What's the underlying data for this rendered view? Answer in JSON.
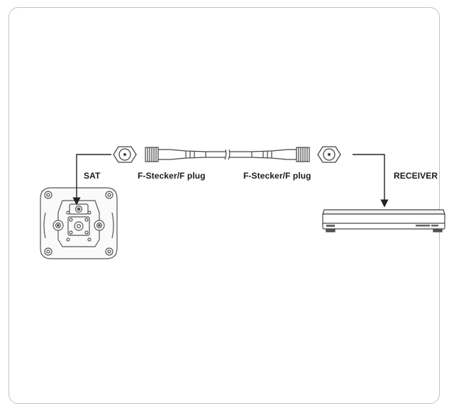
{
  "labels": {
    "sat": "SAT",
    "f_plug_left": "F-Stecker/F plug",
    "f_plug_right": "F-Stecker/F plug",
    "receiver": "RECEIVER"
  },
  "icons": [
    "wall-socket-icon",
    "f-connector-end-icon",
    "f-plug-icon",
    "coax-cable-icon",
    "receiver-box-icon"
  ]
}
